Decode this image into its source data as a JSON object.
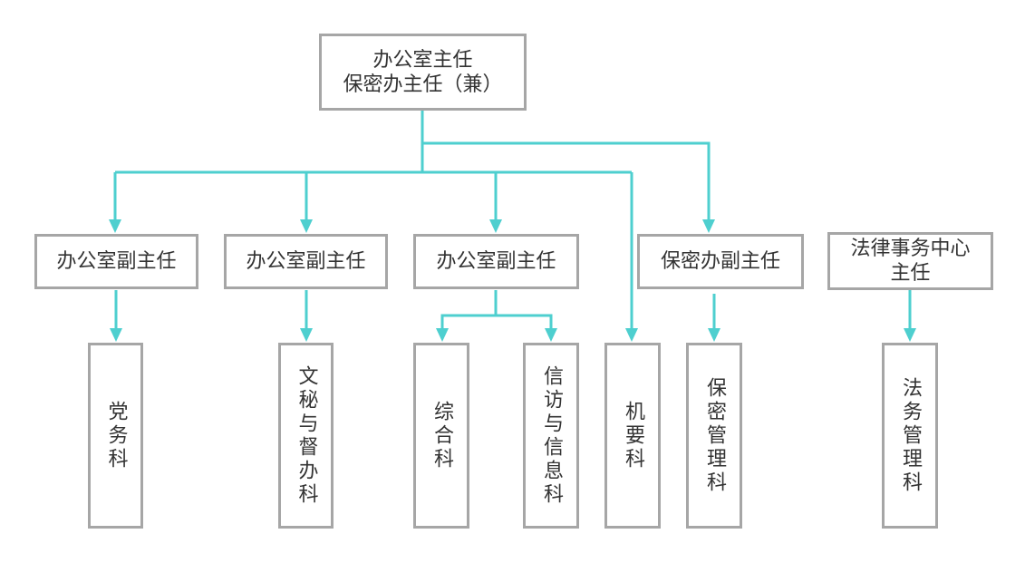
{
  "diagram": {
    "type": "org-chart",
    "link_color": "#4ecfcf",
    "border_color": "#a6a6a6",
    "root": {
      "id": "director",
      "label": "办公室主任\n保密办主任（兼）"
    },
    "deputies": [
      {
        "id": "deputy1",
        "label": "办公室副主任"
      },
      {
        "id": "deputy2",
        "label": "办公室副主任"
      },
      {
        "id": "deputy3",
        "label": "办公室副主任"
      },
      {
        "id": "deputy4",
        "label": "保密办副主任"
      },
      {
        "id": "legal",
        "label": "法律事务中心\n主任"
      }
    ],
    "sections": [
      {
        "id": "s1",
        "label": "党务科"
      },
      {
        "id": "s2",
        "label": "文秘与督办科"
      },
      {
        "id": "s3",
        "label": "综合科"
      },
      {
        "id": "s4",
        "label": "信访与信息科"
      },
      {
        "id": "s5",
        "label": "机要科"
      },
      {
        "id": "s6",
        "label": "保密管理科"
      },
      {
        "id": "s7",
        "label": "法务管理科"
      }
    ],
    "edges": [
      [
        "director",
        "deputy1"
      ],
      [
        "director",
        "deputy2"
      ],
      [
        "director",
        "deputy3"
      ],
      [
        "director",
        "s5"
      ],
      [
        "director",
        "deputy4"
      ],
      [
        "deputy1",
        "s1"
      ],
      [
        "deputy2",
        "s2"
      ],
      [
        "deputy3",
        "s3"
      ],
      [
        "deputy3",
        "s4"
      ],
      [
        "deputy4",
        "s6"
      ],
      [
        "legal",
        "s7"
      ]
    ]
  }
}
